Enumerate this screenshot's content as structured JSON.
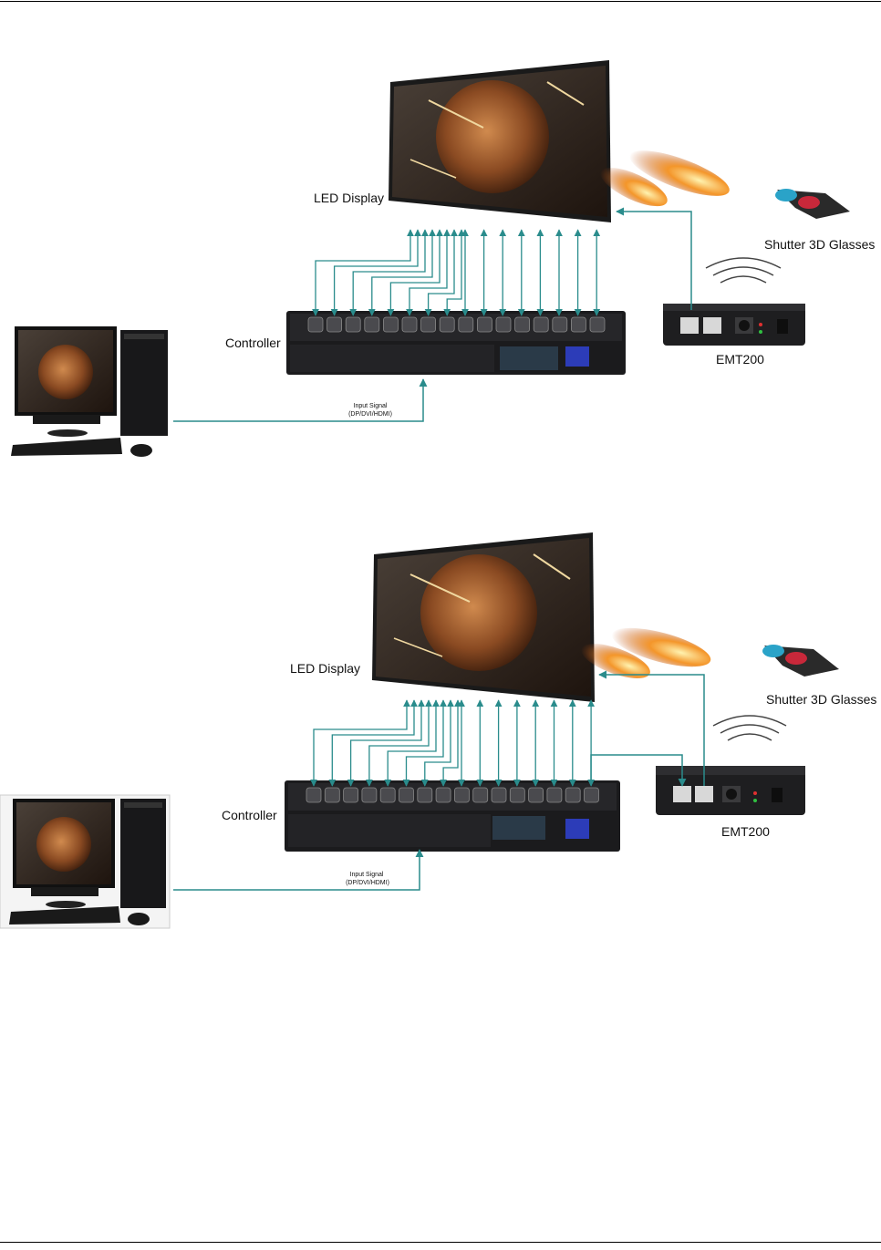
{
  "diagrams": [
    {
      "led_display": "LED Display",
      "glasses": "Shutter 3D Glasses",
      "controller": "Controller",
      "emt": "EMT200",
      "input_signal": "Input Signal",
      "input_types": "(DP/DVI/HDMI)"
    },
    {
      "led_display": "LED Display",
      "glasses": "Shutter 3D Glasses",
      "controller": "Controller",
      "emt": "EMT200",
      "input_signal": "Input Signal",
      "input_types": "(DP/DVI/HDMI)"
    }
  ],
  "colors": {
    "connector": "#2a8c8c",
    "device": "#1b1b1d",
    "screen_bg": "#3a2a1e"
  }
}
